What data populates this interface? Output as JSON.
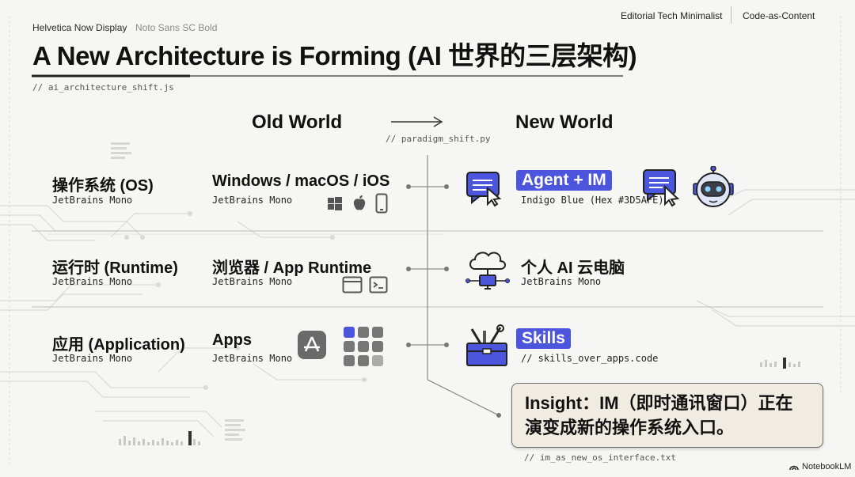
{
  "font_labels": {
    "primary": "Helvetica Now Display",
    "secondary": "Noto Sans SC Bold"
  },
  "top_right": {
    "style_label": "Editorial Tech Minimalist",
    "mode_label": "Code-as-Content"
  },
  "title": "A New Architecture is Forming (AI 世界的三层架构)",
  "title_file": "// ai_architecture_shift.js",
  "columns": {
    "old": "Old World",
    "new": "New World",
    "arrow_note": "// paradigm_shift.py"
  },
  "rows": [
    {
      "layer": "操作系统 (OS)",
      "layer_font": "JetBrains Mono",
      "old_title": "Windows / macOS / iOS",
      "old_font": "JetBrains Mono",
      "new_tag": "Agent + IM",
      "new_sub": "Indigo Blue (Hex #3D5AFE)"
    },
    {
      "layer": "运行时 (Runtime)",
      "layer_font": "JetBrains Mono",
      "old_title": "浏览器 / App Runtime",
      "old_font": "JetBrains Mono",
      "new_title": "个人 AI 云电脑",
      "new_sub": "JetBrains Mono"
    },
    {
      "layer": "应用 (Application)",
      "layer_font": "JetBrains Mono",
      "old_title": "Apps",
      "old_font": "JetBrains Mono",
      "new_tag": "Skills",
      "new_sub": "// skills_over_apps.code"
    }
  ],
  "insight": {
    "line1": "Insight：IM（即时通讯窗口）正在",
    "line2": "演变成新的操作系统入口。",
    "file": "// im_as_new_os_interface.txt"
  },
  "brand": "NotebookLM",
  "colors": {
    "accent": "#4c56dc",
    "background": "#f6f6f4",
    "insight_bg": "#f1ece1"
  }
}
